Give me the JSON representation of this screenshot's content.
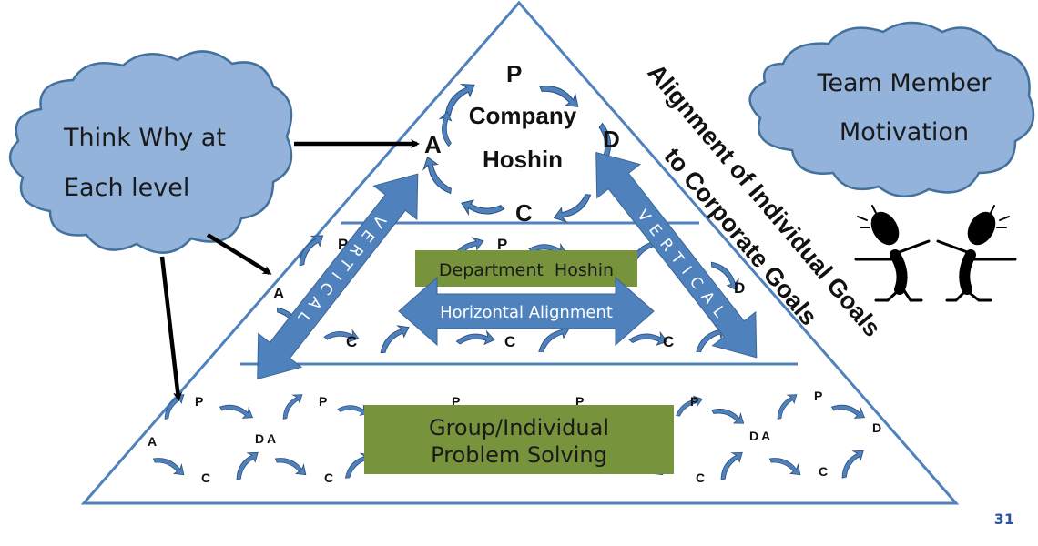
{
  "colors": {
    "cloud_fill": "#93b3da",
    "cloud_stroke": "#41719c",
    "arrow_blue": "#4f81bd",
    "green_box": "#77933c",
    "triangle_stroke": "#4f81bd",
    "page_number": "#2f52a0"
  },
  "clouds": {
    "left": {
      "line1": "Think Why at",
      "line2": "Each level"
    },
    "right": {
      "line1": "Team Member",
      "line2": "Motivation"
    }
  },
  "pyramid": {
    "top": {
      "title_line1": "Company",
      "title_line2": "Hoshin",
      "pdca": {
        "p": "P",
        "d": "D",
        "c": "C",
        "a": "A"
      }
    },
    "middle": {
      "title": "Department  Hoshin",
      "horizontal_arrow": "Horizontal Alignment",
      "vertical_left": "VERTICAL",
      "vertical_right": "VERTICAL",
      "pdca_letters": {
        "p": "P",
        "d": "D",
        "c": "C",
        "a": "A"
      }
    },
    "bottom": {
      "title_line1": "Group/Individual",
      "title_line2": "Problem Solving",
      "pdca_letters": {
        "p": "P",
        "d": "D",
        "c": "C",
        "a": "A"
      }
    }
  },
  "side_title": {
    "line1": "Alignment of Individual Goals",
    "line2": "to Corporate Goals"
  },
  "decoration": {
    "figures": "two-stick-figures-high-five"
  },
  "page_number": "31"
}
